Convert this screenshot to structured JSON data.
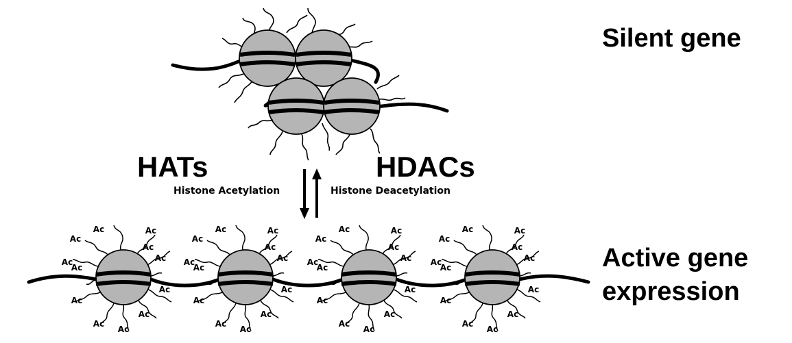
{
  "labels": {
    "silent_gene": "Silent gene",
    "active_gene_line1": "Active gene",
    "active_gene_line2": "expression",
    "hats": "HATs",
    "hdacs": "HDACs",
    "histone_acetylation": "Histone Acetylation",
    "histone_deacetylation": "Histone Deacetylation",
    "acetyl_tag": "Ac"
  },
  "colors": {
    "nucleosome_fill": "#b5b5b5",
    "stroke": "#000000",
    "background": "#ffffff"
  }
}
